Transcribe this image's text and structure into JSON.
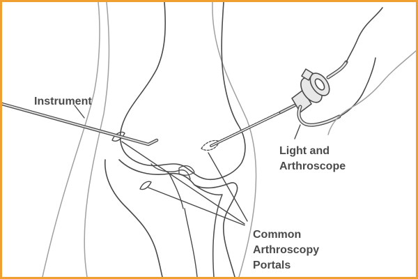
{
  "labels": {
    "instrument": "Instrument",
    "light_line1": "Light and",
    "light_line2": "Arthroscope",
    "portals_line1": "Common",
    "portals_line2": "Arthroscopy",
    "portals_line3": "Portals"
  },
  "colors": {
    "border": "#f0a030",
    "outline": "#4a4a4a",
    "skin": "#9a9a9a",
    "text": "#4a4a4a"
  }
}
